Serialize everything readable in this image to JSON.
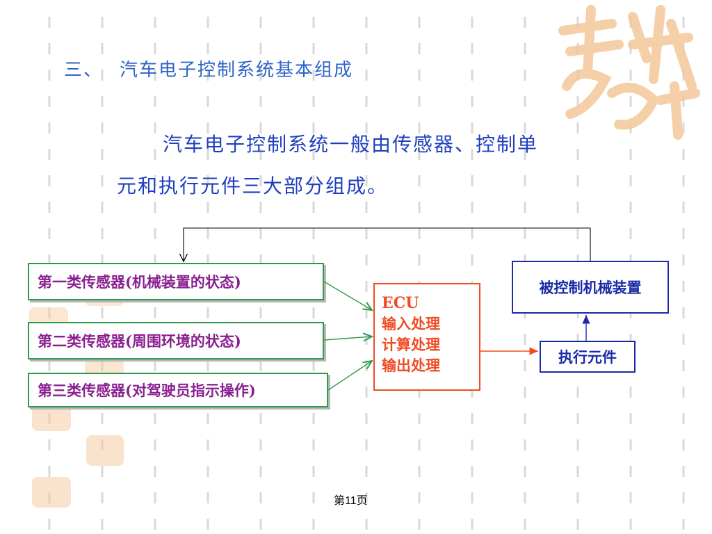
{
  "heading": {
    "number": "三、",
    "text": "汽车电子控制系统基本组成"
  },
  "intro": {
    "line1": "汽车电子控制系统一般由传感器、控制单",
    "line2": "元和执行元件三大部分组成。"
  },
  "diagram": {
    "sensors": [
      "第一类传感器(机械装置的状态)",
      "第二类传感器(周围环境的状态)",
      "第三类传感器(对驾驶员指示操作)"
    ],
    "ecu": {
      "title": "ECU",
      "lines": [
        "输入处理",
        "计算处理",
        "输出处理"
      ]
    },
    "controlled_device": "被控制机械装置",
    "actuator": "执行元件"
  },
  "footer": {
    "page": "第11页"
  },
  "colors": {
    "heading": "#2f63c8",
    "intro": "#1f3fbf",
    "sensor_border": "#2f9a4a",
    "sensor_text": "#8a2090",
    "ecu": "#f04b23",
    "blue_box": "#1a2aa8",
    "seal": "#f3c79a",
    "dash": "#d9d9d9"
  },
  "icons": {
    "decoration": "auspicious-seal-icon"
  }
}
